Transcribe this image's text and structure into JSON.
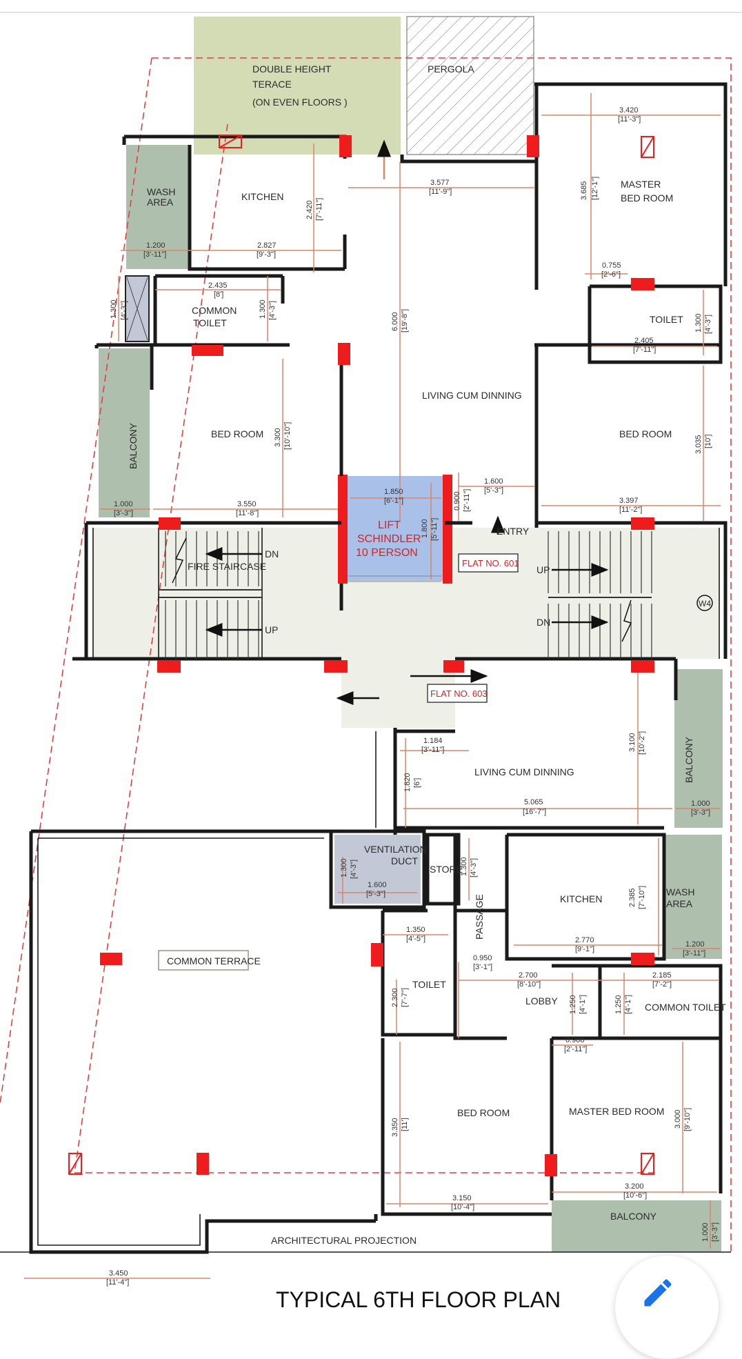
{
  "title": "TYPICAL 6TH FLOOR PLAN",
  "lift": {
    "line1": "LIFT",
    "line2": "SCHINDLER",
    "line3": "10 PERSON",
    "dim_w": "1.850",
    "dim_w_ft": "[6'-1\"]",
    "dim_h": "1.800",
    "dim_h_ft": "[5'-11\"]"
  },
  "flats": {
    "f601": "FLAT NO. 601",
    "f603": "FLAT NO. 603"
  },
  "rooms": {
    "double_height_1": "DOUBLE HEIGHT",
    "double_height_2": "TERACE",
    "double_height_3": "(ON EVEN FLOORS )",
    "pergola": "PERGOLA",
    "wash_area_1": "WASH",
    "wash_area_2": "AREA",
    "kitchen_top": "KITCHEN",
    "master_bed_1": "MASTER",
    "master_bed_2": "BED ROOM",
    "common_toilet_1": "COMMON",
    "common_toilet_2": "TOILET",
    "toilet_top": "TOILET",
    "living_top": "LIVING CUM DINNING",
    "bed_left": "BED ROOM",
    "bed_right": "BED ROOM",
    "balcony_left": "BALCONY",
    "entry": "ENTRY",
    "fire_staircase": "FIRE STAIRCASE",
    "dn_left": "DN",
    "up_left": "UP",
    "up_right": "UP",
    "dn_right": "DN",
    "w4": "W4",
    "balcony_right": "BALCONY",
    "living_bottom": "LIVING CUM DINNING",
    "vent_1": "VENTILATION",
    "vent_2": "DUCT",
    "store": "STORE",
    "passage": "PASSAGE",
    "kitchen_bottom": "KITCHEN",
    "wash_b_1": "WASH",
    "wash_b_2": "AREA",
    "common_terrace": "COMMON TERRACE",
    "toilet_bottom": "TOILET",
    "lobby": "LOBBY",
    "common_toilet_b": "COMMON TOILET",
    "bed_bottom": "BED ROOM",
    "master_bed_bottom": "MASTER BED ROOM",
    "balcony_bottom": "BALCONY",
    "arch_projection": "ARCHITECTURAL PROJECTION"
  },
  "dims": [
    {
      "m": "3.420",
      "ft": "[11'-3\"]"
    },
    {
      "m": "3.577",
      "ft": "[11'-9\"]"
    },
    {
      "m": "3.685",
      "ft": "[12'-1\"]"
    },
    {
      "m": "2.420",
      "ft": "[7'-11\"]"
    },
    {
      "m": "1.200",
      "ft": "[3'-11\"]"
    },
    {
      "m": "2.827",
      "ft": "[9'-3\"]"
    },
    {
      "m": "0.755",
      "ft": "[2'-6\"]"
    },
    {
      "m": "2.435",
      "ft": "[8']"
    },
    {
      "m": "1.300",
      "ft": "[4'-3\"]"
    },
    {
      "m": "1.300",
      "ft": "[4'-3\"]"
    },
    {
      "m": "6.000",
      "ft": "[19'-8\"]"
    },
    {
      "m": "1.300",
      "ft": "[4'-3\"]"
    },
    {
      "m": "2.405",
      "ft": "[7'-11\"]"
    },
    {
      "m": "3.300",
      "ft": "[10'-10\"]"
    },
    {
      "m": "3.035",
      "ft": "[10']"
    },
    {
      "m": "0.900",
      "ft": "[2'-11\"]"
    },
    {
      "m": "1.600",
      "ft": "[5'-3\"]"
    },
    {
      "m": "1.000",
      "ft": "[3'-3\"]"
    },
    {
      "m": "3.550",
      "ft": "[11'-8\"]"
    },
    {
      "m": "3.397",
      "ft": "[11'-2\"]"
    },
    {
      "m": "1.184",
      "ft": "[3'-11\"]"
    },
    {
      "m": "3.100",
      "ft": "[10'-2\"]"
    },
    {
      "m": "1.820",
      "ft": "[6']"
    },
    {
      "m": "5.065",
      "ft": "[16'-7\"]"
    },
    {
      "m": "1.000",
      "ft": "[3'-3\"]"
    },
    {
      "m": "1.300",
      "ft": "[4'-3\"]"
    },
    {
      "m": "1.600",
      "ft": "[5'-3\"]"
    },
    {
      "m": "1.300",
      "ft": "[4'-3\"]"
    },
    {
      "m": "2.385",
      "ft": "[7'-10\"]"
    },
    {
      "m": "1.350",
      "ft": "[4'-5\"]"
    },
    {
      "m": "2.770",
      "ft": "[9'-1\"]"
    },
    {
      "m": "1.200",
      "ft": "[3'-11\"]"
    },
    {
      "m": "0.950",
      "ft": "[3'-1\"]"
    },
    {
      "m": "2.300",
      "ft": "[7'-7\"]"
    },
    {
      "m": "2.700",
      "ft": "[8'-10\"]"
    },
    {
      "m": "1.250",
      "ft": "[4'-1\"]"
    },
    {
      "m": "1.250",
      "ft": "[4'-1\"]"
    },
    {
      "m": "2.185",
      "ft": "[7'-2\"]"
    },
    {
      "m": "0.900",
      "ft": "[2'-11\"]"
    },
    {
      "m": "3.350",
      "ft": "[11']"
    },
    {
      "m": "3.000",
      "ft": "[9'-10\"]"
    },
    {
      "m": "3.200",
      "ft": "[10'-6\"]"
    },
    {
      "m": "3.150",
      "ft": "[10'-4\"]"
    },
    {
      "m": "1.000",
      "ft": "[3'-3\"]"
    },
    {
      "m": "3.450",
      "ft": "[11'-4\"]"
    }
  ],
  "colors": {
    "wall": "#1a1a1a",
    "column": "#ee1c1c",
    "dim_line": "#d8866a",
    "terrace_green": "#d3dcb4",
    "balcony_green": "#aebfae",
    "lift_blue": "#a9c1e9",
    "corridor": "#eeefe6",
    "duct_gray": "#c3c8d7"
  },
  "fab": {
    "icon": "pencil-icon"
  }
}
